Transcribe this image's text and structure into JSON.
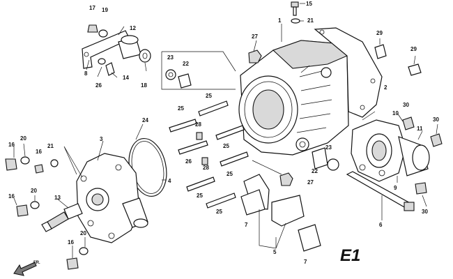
{
  "section_tag": "E1",
  "direction_label": "FR.",
  "callouts": {
    "c1": "1",
    "c2": "2",
    "c3": "3",
    "c4": "4",
    "c5": "5",
    "c6": "6",
    "c7a": "7",
    "c7b": "7",
    "c8": "8",
    "c9": "9",
    "c10": "10",
    "c11": "11",
    "c12": "12",
    "c13": "13",
    "c14": "14",
    "c15": "15",
    "c16a": "16",
    "c16b": "16",
    "c16c": "16",
    "c16d": "16",
    "c17": "17",
    "c18": "18",
    "c19": "19",
    "c20a": "20",
    "c20b": "20",
    "c20c": "20",
    "c21a": "21",
    "c21b": "21",
    "c22a": "22",
    "c22b": "22",
    "c23a": "23",
    "c23b": "23",
    "c24": "24",
    "c25a": "25",
    "c25b": "25",
    "c25c": "25",
    "c25d": "25",
    "c25e": "25",
    "c26a": "26",
    "c26b": "26",
    "c27a": "27",
    "c27b": "27",
    "c28a": "28",
    "c28b": "28",
    "c29a": "29",
    "c29b": "29",
    "c30a": "30",
    "c30b": "30",
    "c30c": "30"
  }
}
